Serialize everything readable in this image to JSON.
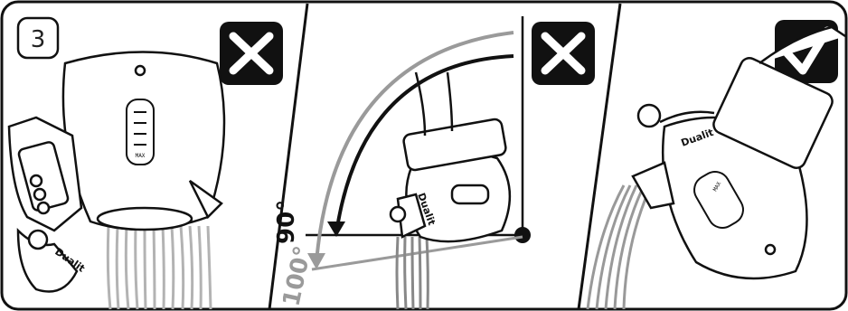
{
  "instruction": {
    "step_number": "3",
    "angle_ok": "90°",
    "angle_wrong": "100°",
    "brand": "Dualit",
    "gauge_label": "MAX"
  },
  "panels": [
    {
      "name": "too-steep-front-view",
      "mark": "cross",
      "mark_icon": "cross-icon"
    },
    {
      "name": "too-steep-side-view",
      "mark": "cross",
      "mark_icon": "cross-icon"
    },
    {
      "name": "correct-pour",
      "mark": "tick",
      "mark_icon": "check-icon"
    }
  ],
  "colors": {
    "ink": "#111111",
    "water": "#9a9a9a",
    "panel_bg": "#ffffff",
    "mark_bg": "#111111"
  }
}
